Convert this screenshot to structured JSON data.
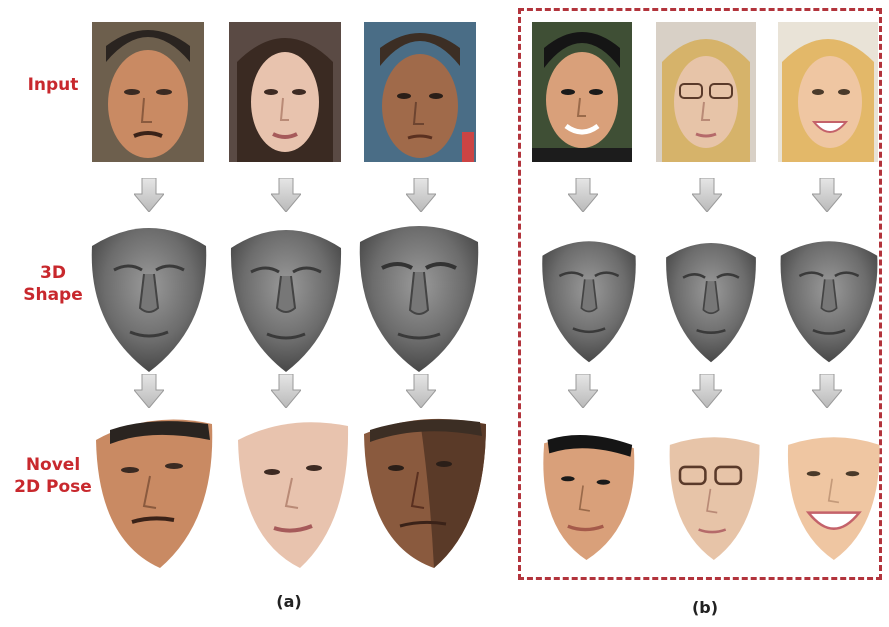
{
  "rows": {
    "input": "Input",
    "shape_line1": "3D",
    "shape_line2": "Shape",
    "novel_line1": "Novel",
    "novel_line2": "2D Pose"
  },
  "panels": {
    "a": "(a)",
    "b": "(b)"
  },
  "faces": [
    {
      "id": "a1",
      "skin": "#c98a63",
      "hair": "#2a2420",
      "bg": "#6d5f4d"
    },
    {
      "id": "a2",
      "skin": "#e8c3ae",
      "hair": "#3a2a22",
      "bg": "#5a4a44"
    },
    {
      "id": "a3",
      "skin": "#a06a4a",
      "hair": "#3c2e24",
      "bg": "#4a6d86"
    },
    {
      "id": "b1",
      "skin": "#d9a07a",
      "hair": "#151515",
      "bg": "#3f4f35"
    },
    {
      "id": "b2",
      "skin": "#e7c4a8",
      "hair": "#d6b36a",
      "bg": "#d8d0c6"
    },
    {
      "id": "b3",
      "skin": "#efc6a2",
      "hair": "#e3b869",
      "bg": "#e9e3d7"
    }
  ],
  "colors": {
    "label_red": "#c8282d",
    "dash_border": "#b2343c",
    "shape_gray": "#6f6f6f",
    "arrow_gray": "#cfcfcf"
  }
}
